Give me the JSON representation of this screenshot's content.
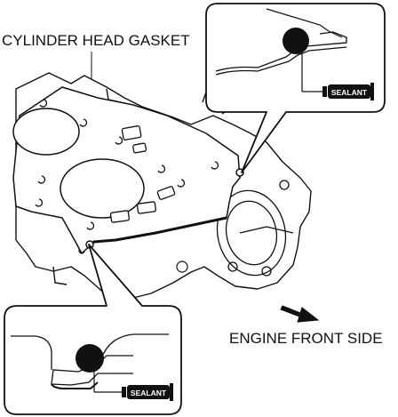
{
  "labels": {
    "part": "CYLINDER HEAD GASKET",
    "direction": "ENGINE FRONT SIDE",
    "sealant_top": "SEALANT",
    "sealant_bottom": "SEALANT"
  },
  "icons": {
    "direction": "arrow-down-right-icon",
    "sealant": "sealant-tube-icon",
    "dot": "sealant-dot-icon"
  },
  "colors": {
    "ink": "#111111",
    "paper": "#ffffff",
    "shade": "#d6d6d6"
  }
}
